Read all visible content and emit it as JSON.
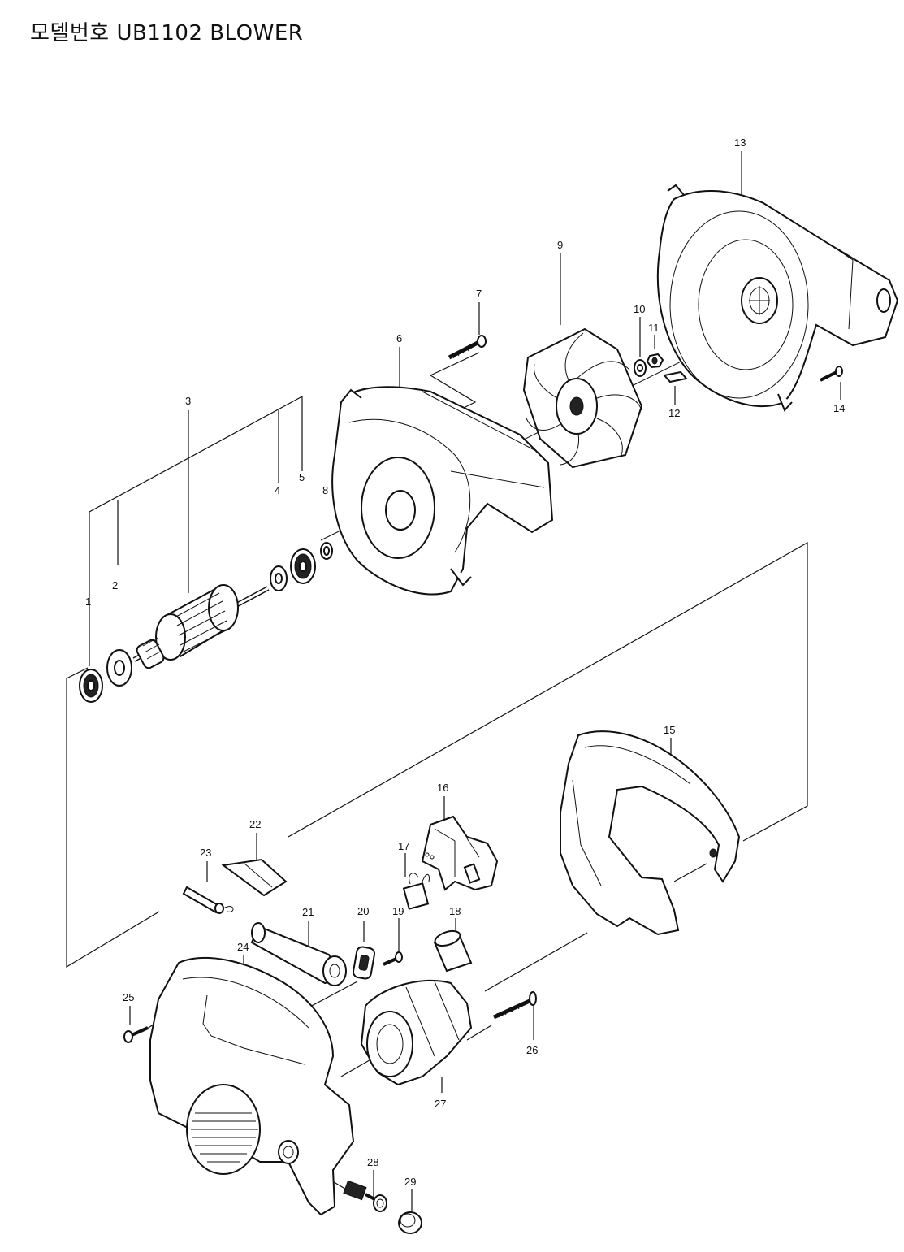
{
  "header": {
    "title": "모델번호 UB1102  BLOWER"
  },
  "parts": {
    "p1": "1",
    "p2": "2",
    "p3": "3",
    "p4": "4",
    "p5": "5",
    "p6": "6",
    "p7": "7",
    "p8": "8",
    "p9": "9",
    "p10": "10",
    "p11": "11",
    "p12": "12",
    "p13": "13",
    "p14": "14",
    "p15": "15",
    "p16": "16",
    "p17": "17",
    "p18": "18",
    "p19": "19",
    "p20": "20",
    "p21": "21",
    "p22": "22",
    "p23": "23",
    "p24": "24",
    "p25": "25",
    "p26": "26",
    "p27": "27",
    "p28": "28",
    "p29": "29"
  }
}
